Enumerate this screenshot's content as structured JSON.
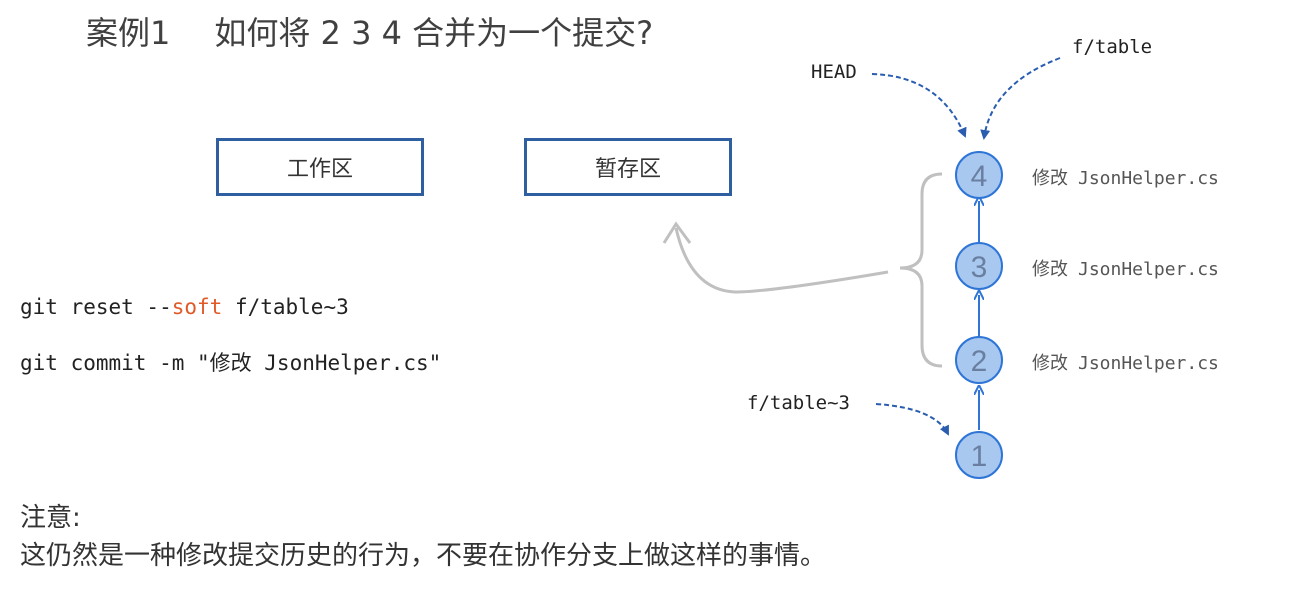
{
  "title": {
    "case": "案例1",
    "question": "如何将 2 3 4 合并为一个提交?"
  },
  "areas": {
    "working": "工作区",
    "staging": "暂存区"
  },
  "commands": {
    "reset_prefix": "git reset --",
    "reset_option": "soft",
    "reset_suffix": " f/table~3",
    "commit": "git commit -m \"修改 JsonHelper.cs\""
  },
  "refs": {
    "head": "HEAD",
    "branch": "f/table",
    "target": "f/table~3"
  },
  "commits": [
    {
      "number": "4",
      "action": "修改",
      "file": "JsonHelper.cs"
    },
    {
      "number": "3",
      "action": "修改",
      "file": "JsonHelper.cs"
    },
    {
      "number": "2",
      "action": "修改",
      "file": "JsonHelper.cs"
    },
    {
      "number": "1"
    }
  ],
  "note": {
    "heading": "注意:",
    "body": "这仍然是一种修改提交历史的行为，不要在协作分支上做这样的事情。"
  },
  "colors": {
    "node_fill": "#a8c8f0",
    "node_stroke": "#2e75d6",
    "box_border": "#2f5fa0",
    "option": "#e05a28",
    "bracket": "#c0c0c0",
    "dashed": "#2a5db0"
  }
}
